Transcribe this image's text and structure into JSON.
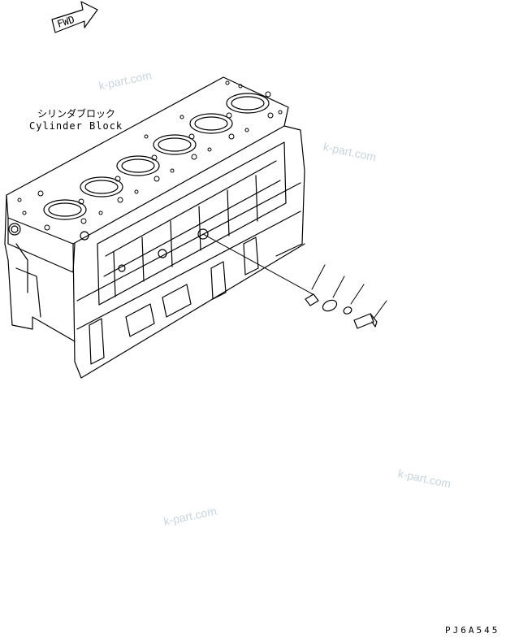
{
  "labels": {
    "jp": "シリンダブロック",
    "en": "Cylinder Block",
    "fwd": "FWD",
    "code": "PJ6A545"
  },
  "watermarks": [
    "k-part.com",
    "k-part.com",
    "k-part.com",
    "k-part.com"
  ],
  "colors": {
    "line": "#000000",
    "watermark": "#c9d4dc"
  }
}
